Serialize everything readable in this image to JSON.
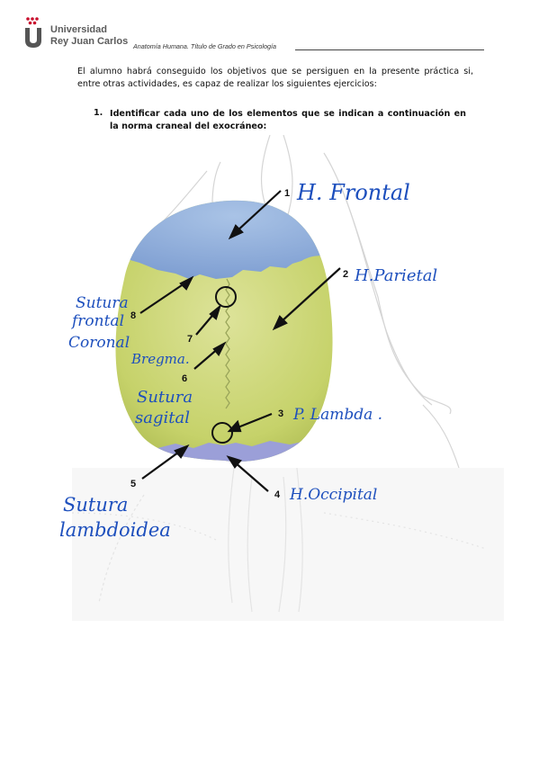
{
  "header": {
    "university_line1": "Universidad",
    "university_line2": "Rey Juan Carlos",
    "subject": "Anatomía Humana. Título de Grado en Psicología"
  },
  "intro_text": "El alumno habrá conseguido los objetivos que se persiguen en la presente práctica si, entre otras actividades, es capaz de realizar los siguientes ejercicios:",
  "task": {
    "number": "1.",
    "text_part1": "Identificar cada uno de los elementos que se indican a continuación en la ",
    "text_bold": "norma craneal del exocráneo:"
  },
  "labels": [
    {
      "number": "1",
      "annotation": "H. Frontal"
    },
    {
      "number": "2",
      "annotation": "H.Parietal"
    },
    {
      "number": "3",
      "annotation": "P. Lambda ."
    },
    {
      "number": "4",
      "annotation": "H.Occipital"
    },
    {
      "number": "5",
      "annotation_line1": "Sutura",
      "annotation_line2": "lambdoidea"
    },
    {
      "number": "6",
      "annotation": "Bregma."
    },
    {
      "number": "7",
      "annotation_line1": "Sutura",
      "annotation_line2": "sagital"
    },
    {
      "number": "8",
      "annotation_line1": "Sutura",
      "annotation_line2": "frontal",
      "annotation_line3": "Coronal"
    }
  ],
  "colors": {
    "frontal_blue": "#8fb0dd",
    "parietal_green": "#c6d26a",
    "occipital_violet": "#9b9fd8",
    "handwriting_blue": "#1d4fbd",
    "logo_red": "#c8102e"
  }
}
